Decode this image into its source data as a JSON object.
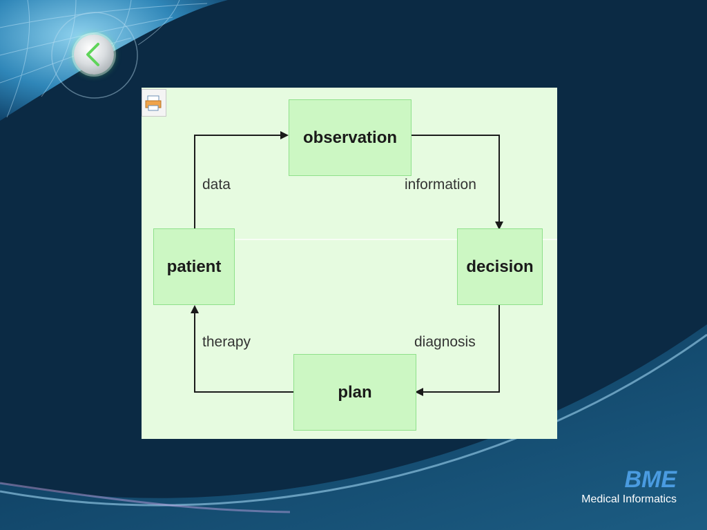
{
  "colors": {
    "background": "#0b2a44",
    "diagram_background": "#e6fbe0",
    "node_fill": "#ccf7c3",
    "node_border": "#8ee08a",
    "brand_accent": "#4a9be0"
  },
  "navigation": {
    "back_icon": "chevron-left-icon"
  },
  "toolbar": {
    "print_icon": "print-icon"
  },
  "diagram": {
    "nodes": {
      "observation": "observation",
      "decision": "decision",
      "plan": "plan",
      "patient": "patient"
    },
    "edges": {
      "data": "data",
      "information": "information",
      "diagnosis": "diagnosis",
      "therapy": "therapy"
    }
  },
  "brand": {
    "title": "BME",
    "subtitle": "Medical Informatics"
  }
}
